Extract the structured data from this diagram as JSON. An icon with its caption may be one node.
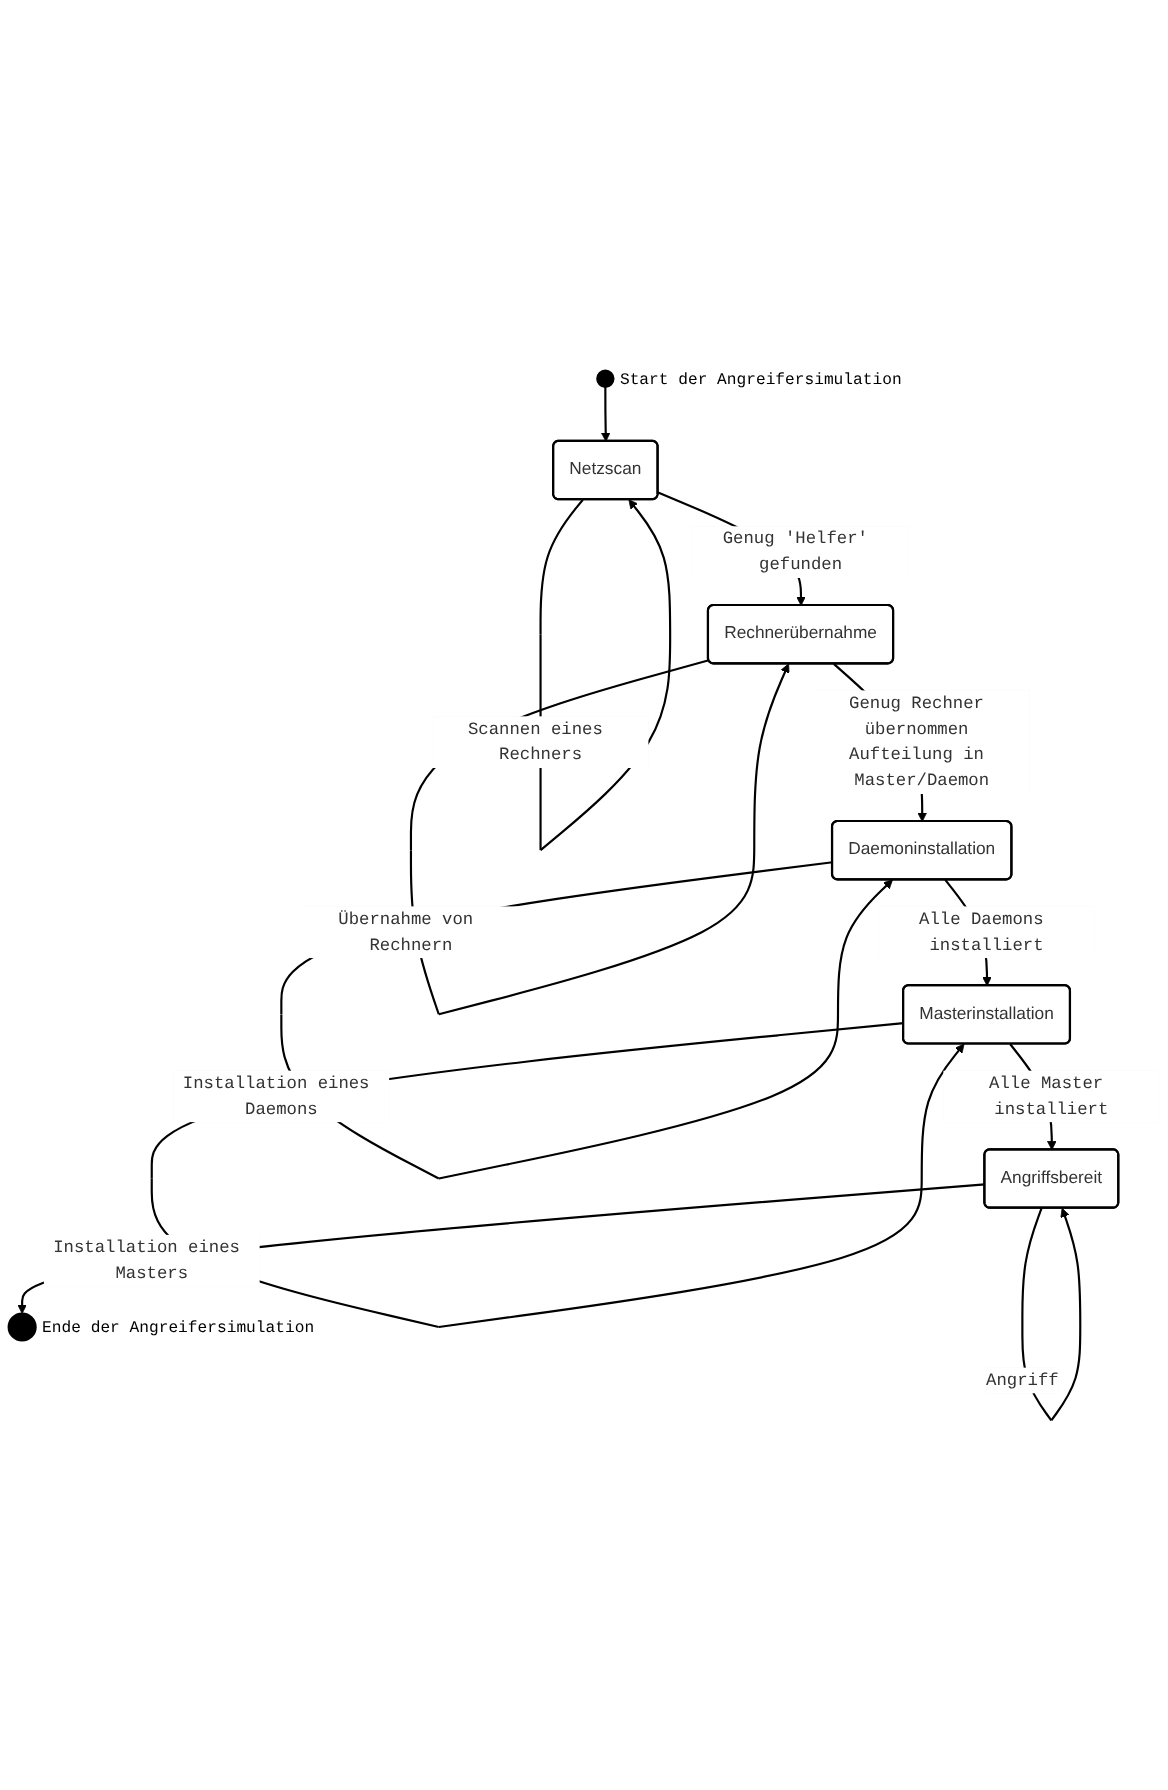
{
  "diagram": {
    "nodes": [
      {
        "text": [],
        "shape": "circle",
        "beside": [
          "Start der Angreifersimulation"
        ]
      },
      {
        "text": [
          "Netzscan"
        ]
      },
      {
        "text": [
          "Rechnerübernahme"
        ]
      },
      {
        "text": [
          "Daemoninstallation"
        ]
      },
      {
        "text": [
          "Masterinstallation"
        ]
      },
      {
        "text": [
          "Angriffsbereit"
        ]
      },
      {
        "text": [],
        "shape": "bullseye",
        "beside": [
          "Ende der Angreifersimulation"
        ]
      }
    ],
    "edges": [
      {
        "from": 0,
        "to": 1,
        "arrow": "to"
      },
      {
        "from": 1,
        "to": 1,
        "arrow": "to",
        "label": "Scannen eines Rechners"
      },
      {
        "from": 1,
        "to": 2,
        "arrow": "to",
        "label": "Genug 'Helfer' gefunden"
      },
      {
        "from": 2,
        "to": 2,
        "arrow": "to",
        "label": "Übernahme von Rechnern"
      },
      {
        "from": 2,
        "to": 3,
        "arrow": "to",
        "label": "Genug Rechner übernommen Aufteilung in Master/Daemon"
      },
      {
        "from": 3,
        "to": 3,
        "arrow": "to",
        "label": "Installation eines Daemons"
      },
      {
        "from": 3,
        "to": 4,
        "arrow": "to",
        "label": "Alle Daemons installiert"
      },
      {
        "from": 4,
        "to": 4,
        "arrow": "to",
        "label": "Installation eines Masters"
      },
      {
        "from": 4,
        "to": 5,
        "arrow": "to",
        "label": "Alle Master installiert"
      },
      {
        "from": 5,
        "to": 5,
        "arrow": "to",
        "label": "Angriff"
      },
      {
        "from": 5,
        "to": 6,
        "arrow": "to"
      }
    ]
  }
}
